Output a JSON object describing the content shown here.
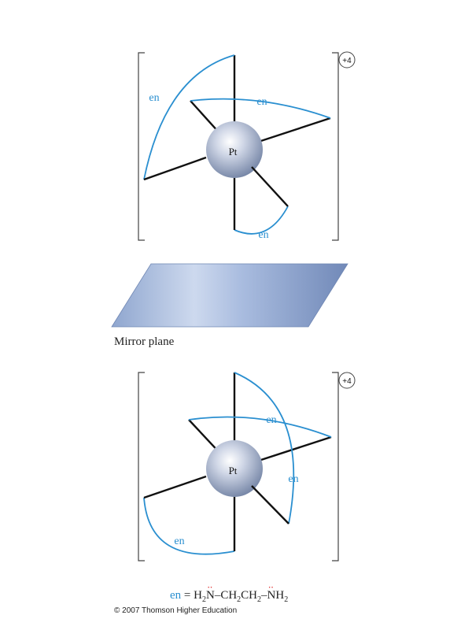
{
  "diagram": {
    "top_complex": {
      "metal": "Pt",
      "charge": "+4",
      "ligand_labels": [
        "en",
        "en",
        "en"
      ]
    },
    "bottom_complex": {
      "metal": "Pt",
      "charge": "+4",
      "ligand_labels": [
        "en",
        "en",
        "en"
      ]
    },
    "mirror_label": "Mirror plane",
    "legend": {
      "en_label": "en",
      "equals": " = ",
      "formula_parts": [
        "H",
        "2",
        "N",
        "–CH",
        "2",
        "CH",
        "2",
        "–",
        "N",
        "H",
        "2"
      ]
    },
    "copyright": "© 2007 Thomson Higher Education"
  },
  "colors": {
    "ligand_blue": "#2a8fd0",
    "bond_black": "#111111",
    "lone_pair_red": "#dd2222",
    "sphere_light": "#f2f5fb",
    "sphere_dark": "#6d7ea0",
    "mirror_light": "#dbe6f5",
    "mirror_dark": "#7b93bf"
  }
}
